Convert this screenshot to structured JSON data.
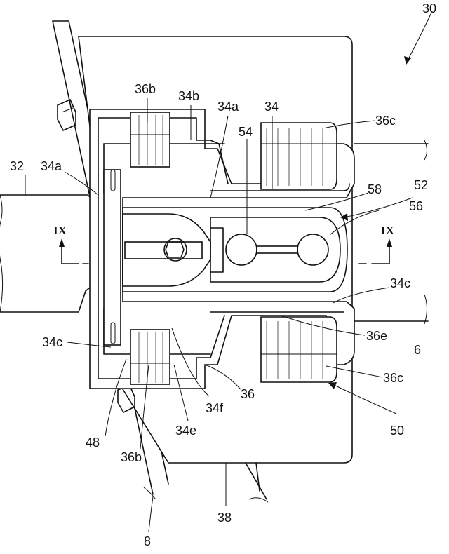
{
  "figure": {
    "labels": {
      "l30": "30",
      "l32": "32",
      "l34a_left": "34a",
      "l36b_top": "36b",
      "l34b": "34b",
      "l34a_top": "34a",
      "l34": "34",
      "l36c_top": "36c",
      "l54": "54",
      "l58": "58",
      "l52": "52",
      "l56": "56",
      "lIX_left": "IX",
      "lIX_right": "IX",
      "l34c_right": "34c",
      "l36e": "36e",
      "l6": "6",
      "l34c_left": "34c",
      "l36": "36",
      "l36c_bot": "36c",
      "l34f": "34f",
      "l48": "48",
      "l34e": "34e",
      "l50": "50",
      "l36b_bot": "36b",
      "l38": "38",
      "l8": "8"
    }
  }
}
